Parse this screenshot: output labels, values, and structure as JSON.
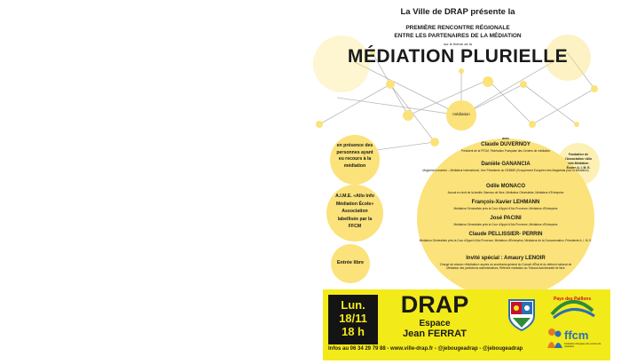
{
  "header": {
    "presenter": "La Ville de DRAP présente la",
    "subtitle_line1": "PREMIÈRE RENCONTRE RÉGIONALE",
    "subtitle_line2": "ENTRE LES PARTENAIRES DE LA MÉDIATION",
    "theme_prefix": "sur le thème de la",
    "main_title": "MÉDIATION PLURIELLE"
  },
  "network": {
    "center_label": "médiation"
  },
  "left_bubbles": {
    "presence": "en présence des personnes ayant eu recours à la médiation",
    "aime": "A.I.M.E. «Allo Info Médiation École» Association labellisée par la FFCM",
    "entry": "Entrée libre"
  },
  "right_note": "Fondatrice de l'Association «Allo Info Médiation École» A. I. M. E.",
  "speakers_intro": "avec",
  "speakers": [
    {
      "name": "Claude DUVERNOY",
      "desc": "Président de la FFCM, Fédération Française des Centres de médiation"
    },
    {
      "name": "Danièle GANANCIA",
      "desc": "Magistrat honoraire – Médiateur international, Vice Présidente du GEMME (Groupement Européen des Magistrats pour la Médiation)"
    },
    {
      "name": "Odile MONACO",
      "desc": "Avocat en droit de la famille, Barreau de Nice, Médiateur Généraliste, Médiateur d'Entreprise"
    },
    {
      "name": "François-Xavier LEHMANN",
      "desc": "Médiateur Généraliste près la Cour d'Appel d'Aix-Provence, Médiateur d'Entreprise"
    },
    {
      "name": "José PACINI",
      "desc": "Médiateur Généraliste près la Cour d'Appel d'Aix-Provence, Médiateur d'Entreprise"
    },
    {
      "name": "Claude PELLISSIER- PERRIN",
      "desc": "Médiateur Généraliste près la Cour d'Appel d'Aix-Provence, Médiateur d'Entreprise, Médiateur de la Consommation, Présidente A. I. M. E."
    },
    {
      "name": "Invité spécial : Amaury LENOIR",
      "desc": "Chargé de mission «Médiation» auprès du secrétariat général du Conseil d'État et du référent national de Médiation des juridictions administratives, Référent médiation au Tribunal Administratif de Nice"
    }
  ],
  "banner": {
    "date_day": "Lun.",
    "date_num": "18/11",
    "date_time": "18 h",
    "city": "DRAP",
    "venue_line1": "Espace",
    "venue_line2": "Jean FERRAT",
    "contact": "Infos  au 06 34 29 79 88 - www.ville-drap.fr - @jebougeadrap - @jebougeadrap",
    "logo_pays": "Pays des Paillons",
    "logo_ffcm": "ffcm",
    "logo_ffcm_sub": "Fédération française des centres de médiation"
  },
  "colors": {
    "bubble": "#fbe27a",
    "bubble_light": "#fdf0b4",
    "banner": "#f3ea1a",
    "dark": "#141414"
  }
}
